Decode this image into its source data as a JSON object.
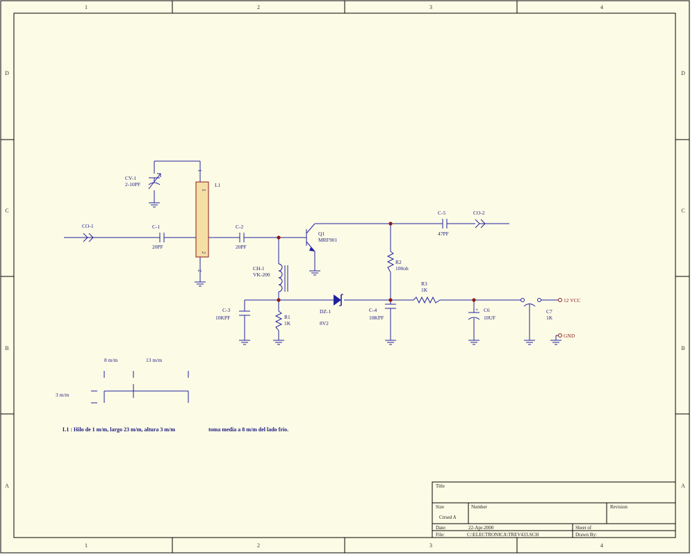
{
  "frame": {
    "columns": [
      "1",
      "2",
      "3",
      "4"
    ],
    "rows": [
      "D",
      "C",
      "B",
      "A"
    ]
  },
  "components": {
    "co1": {
      "ref": "CO-1"
    },
    "co2": {
      "ref": "CO-2"
    },
    "cv1": {
      "ref": "CV-1",
      "value": "2-10PF"
    },
    "c1": {
      "ref": "C-1",
      "value": "20PF"
    },
    "c2": {
      "ref": "C-2",
      "value": "20PF"
    },
    "c3": {
      "ref": "C-3",
      "value": "10KPF"
    },
    "c4": {
      "ref": "C-4",
      "value": "10KPF"
    },
    "c5": {
      "ref": "C-5",
      "value": "47PF"
    },
    "c6": {
      "ref": "C6",
      "value": "10UF"
    },
    "c7": {
      "ref": "C7",
      "value": "1K"
    },
    "l1": {
      "ref": "L1",
      "pin1": "1",
      "pin2": "2"
    },
    "ch1": {
      "ref": "CH-1",
      "value": "VK-200"
    },
    "q1": {
      "ref": "Q1",
      "value": "MRF901"
    },
    "dz1": {
      "ref": "DZ-1",
      "value": "8V2"
    },
    "r1": {
      "ref": "R1",
      "value": "1K"
    },
    "r2": {
      "ref": "R2",
      "value": "100oh"
    },
    "r3": {
      "ref": "R3",
      "value": "1K"
    }
  },
  "nets": {
    "vcc": "12 VCC",
    "gnd": "GND"
  },
  "dimensions": {
    "d1": "8 m/m",
    "d2": "13 m/m",
    "d3": "3 m/m"
  },
  "note": {
    "part1": "L1 : Hilo de 1 m/m, largo 23 m/m, altura 3 m/m",
    "part2": "toma media a 8 m/m del lado frio."
  },
  "title_block": {
    "title_label": "Title",
    "size_label": "Size",
    "size_value": "Ctrsed A",
    "number_label": "Number",
    "revision_label": "Revision",
    "date_label": "Date:",
    "date_value": "22-Apr-2000",
    "sheet_label": "Sheet  of",
    "file_label": "File:",
    "file_value": "C:\\ELECTRONICA\\TREV433.SCH",
    "drawn_label": "Drawn By:"
  },
  "colors": {
    "background": "#fcfbe6",
    "wire": "#2020a0",
    "junction": "#8b1a1a",
    "coil_body": "#f6dfa5"
  }
}
